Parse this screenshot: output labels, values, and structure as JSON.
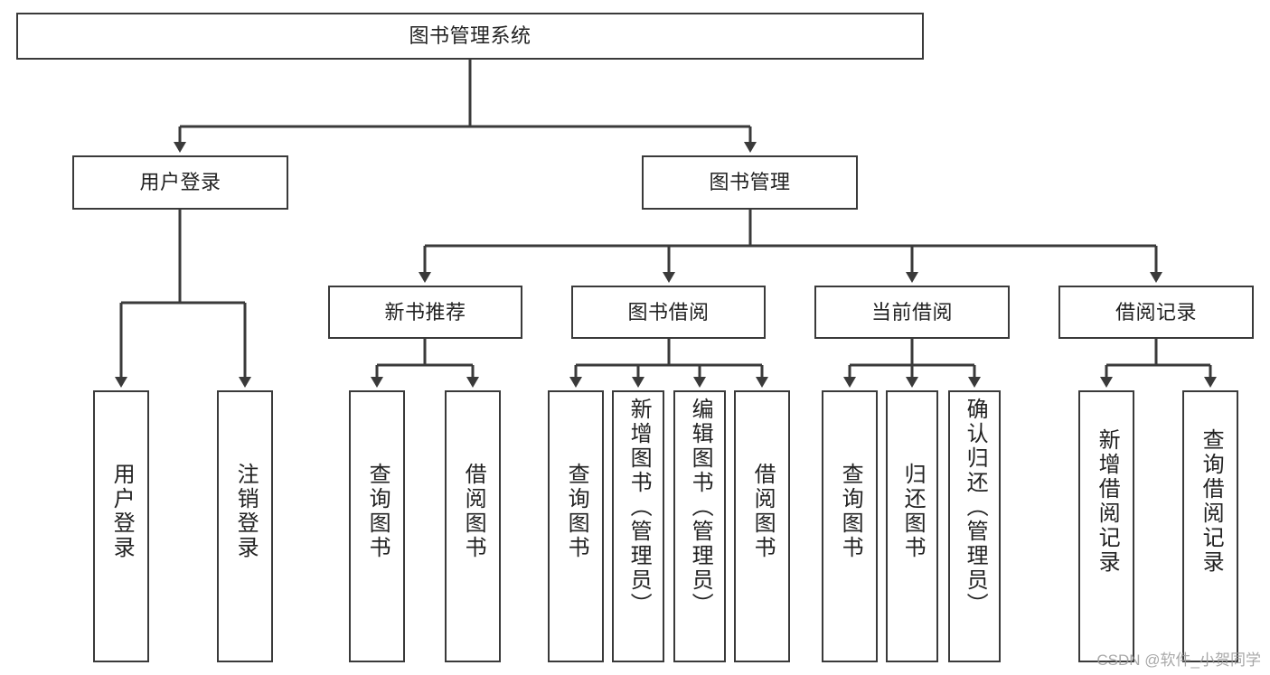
{
  "diagram": {
    "title": "图书管理系统",
    "type": "tree-hierarchy-diagram",
    "colors": {
      "box_border": "#3a3a3a",
      "box_fill": "#ffffff",
      "connector": "#3a3a3a",
      "text": "#222222",
      "watermark": "#9a9a9a"
    },
    "levels": {
      "root": {
        "id": "root",
        "label": "图书管理系统"
      },
      "level2": [
        {
          "id": "user-login",
          "label": "用户登录"
        },
        {
          "id": "book-management",
          "label": "图书管理"
        }
      ],
      "level3": [
        {
          "id": "new-book-recommend",
          "label": "新书推荐",
          "parent": "book-management"
        },
        {
          "id": "book-borrow",
          "label": "图书借阅",
          "parent": "book-management"
        },
        {
          "id": "current-borrow",
          "label": "当前借阅",
          "parent": "book-management"
        },
        {
          "id": "borrow-record",
          "label": "借阅记录",
          "parent": "book-management"
        }
      ],
      "leaves": [
        {
          "id": "leaf-user-login",
          "label": "用户登录",
          "parent": "user-login"
        },
        {
          "id": "leaf-logout",
          "label": "注销登录",
          "parent": "user-login"
        },
        {
          "id": "leaf-query-book-1",
          "label": "查询图书",
          "parent": "new-book-recommend"
        },
        {
          "id": "leaf-borrow-book-1",
          "label": "借阅图书",
          "parent": "new-book-recommend"
        },
        {
          "id": "leaf-query-book-2",
          "label": "查询图书",
          "parent": "book-borrow"
        },
        {
          "id": "leaf-add-book",
          "label": "新增图书（管理员）",
          "parent": "book-borrow"
        },
        {
          "id": "leaf-edit-book",
          "label": "编辑图书（管理员）",
          "parent": "book-borrow"
        },
        {
          "id": "leaf-borrow-book-2",
          "label": "借阅图书",
          "parent": "book-borrow"
        },
        {
          "id": "leaf-query-book-3",
          "label": "查询图书",
          "parent": "current-borrow"
        },
        {
          "id": "leaf-return-book",
          "label": "归还图书",
          "parent": "current-borrow"
        },
        {
          "id": "leaf-confirm-return",
          "label": "确认归还（管理员）",
          "parent": "current-borrow"
        },
        {
          "id": "leaf-add-record",
          "label": "新增借阅记录",
          "parent": "borrow-record"
        },
        {
          "id": "leaf-query-record",
          "label": "查询借阅记录",
          "parent": "borrow-record"
        }
      ]
    }
  },
  "watermark": {
    "text": "CSDN @软件_小贺同学"
  }
}
